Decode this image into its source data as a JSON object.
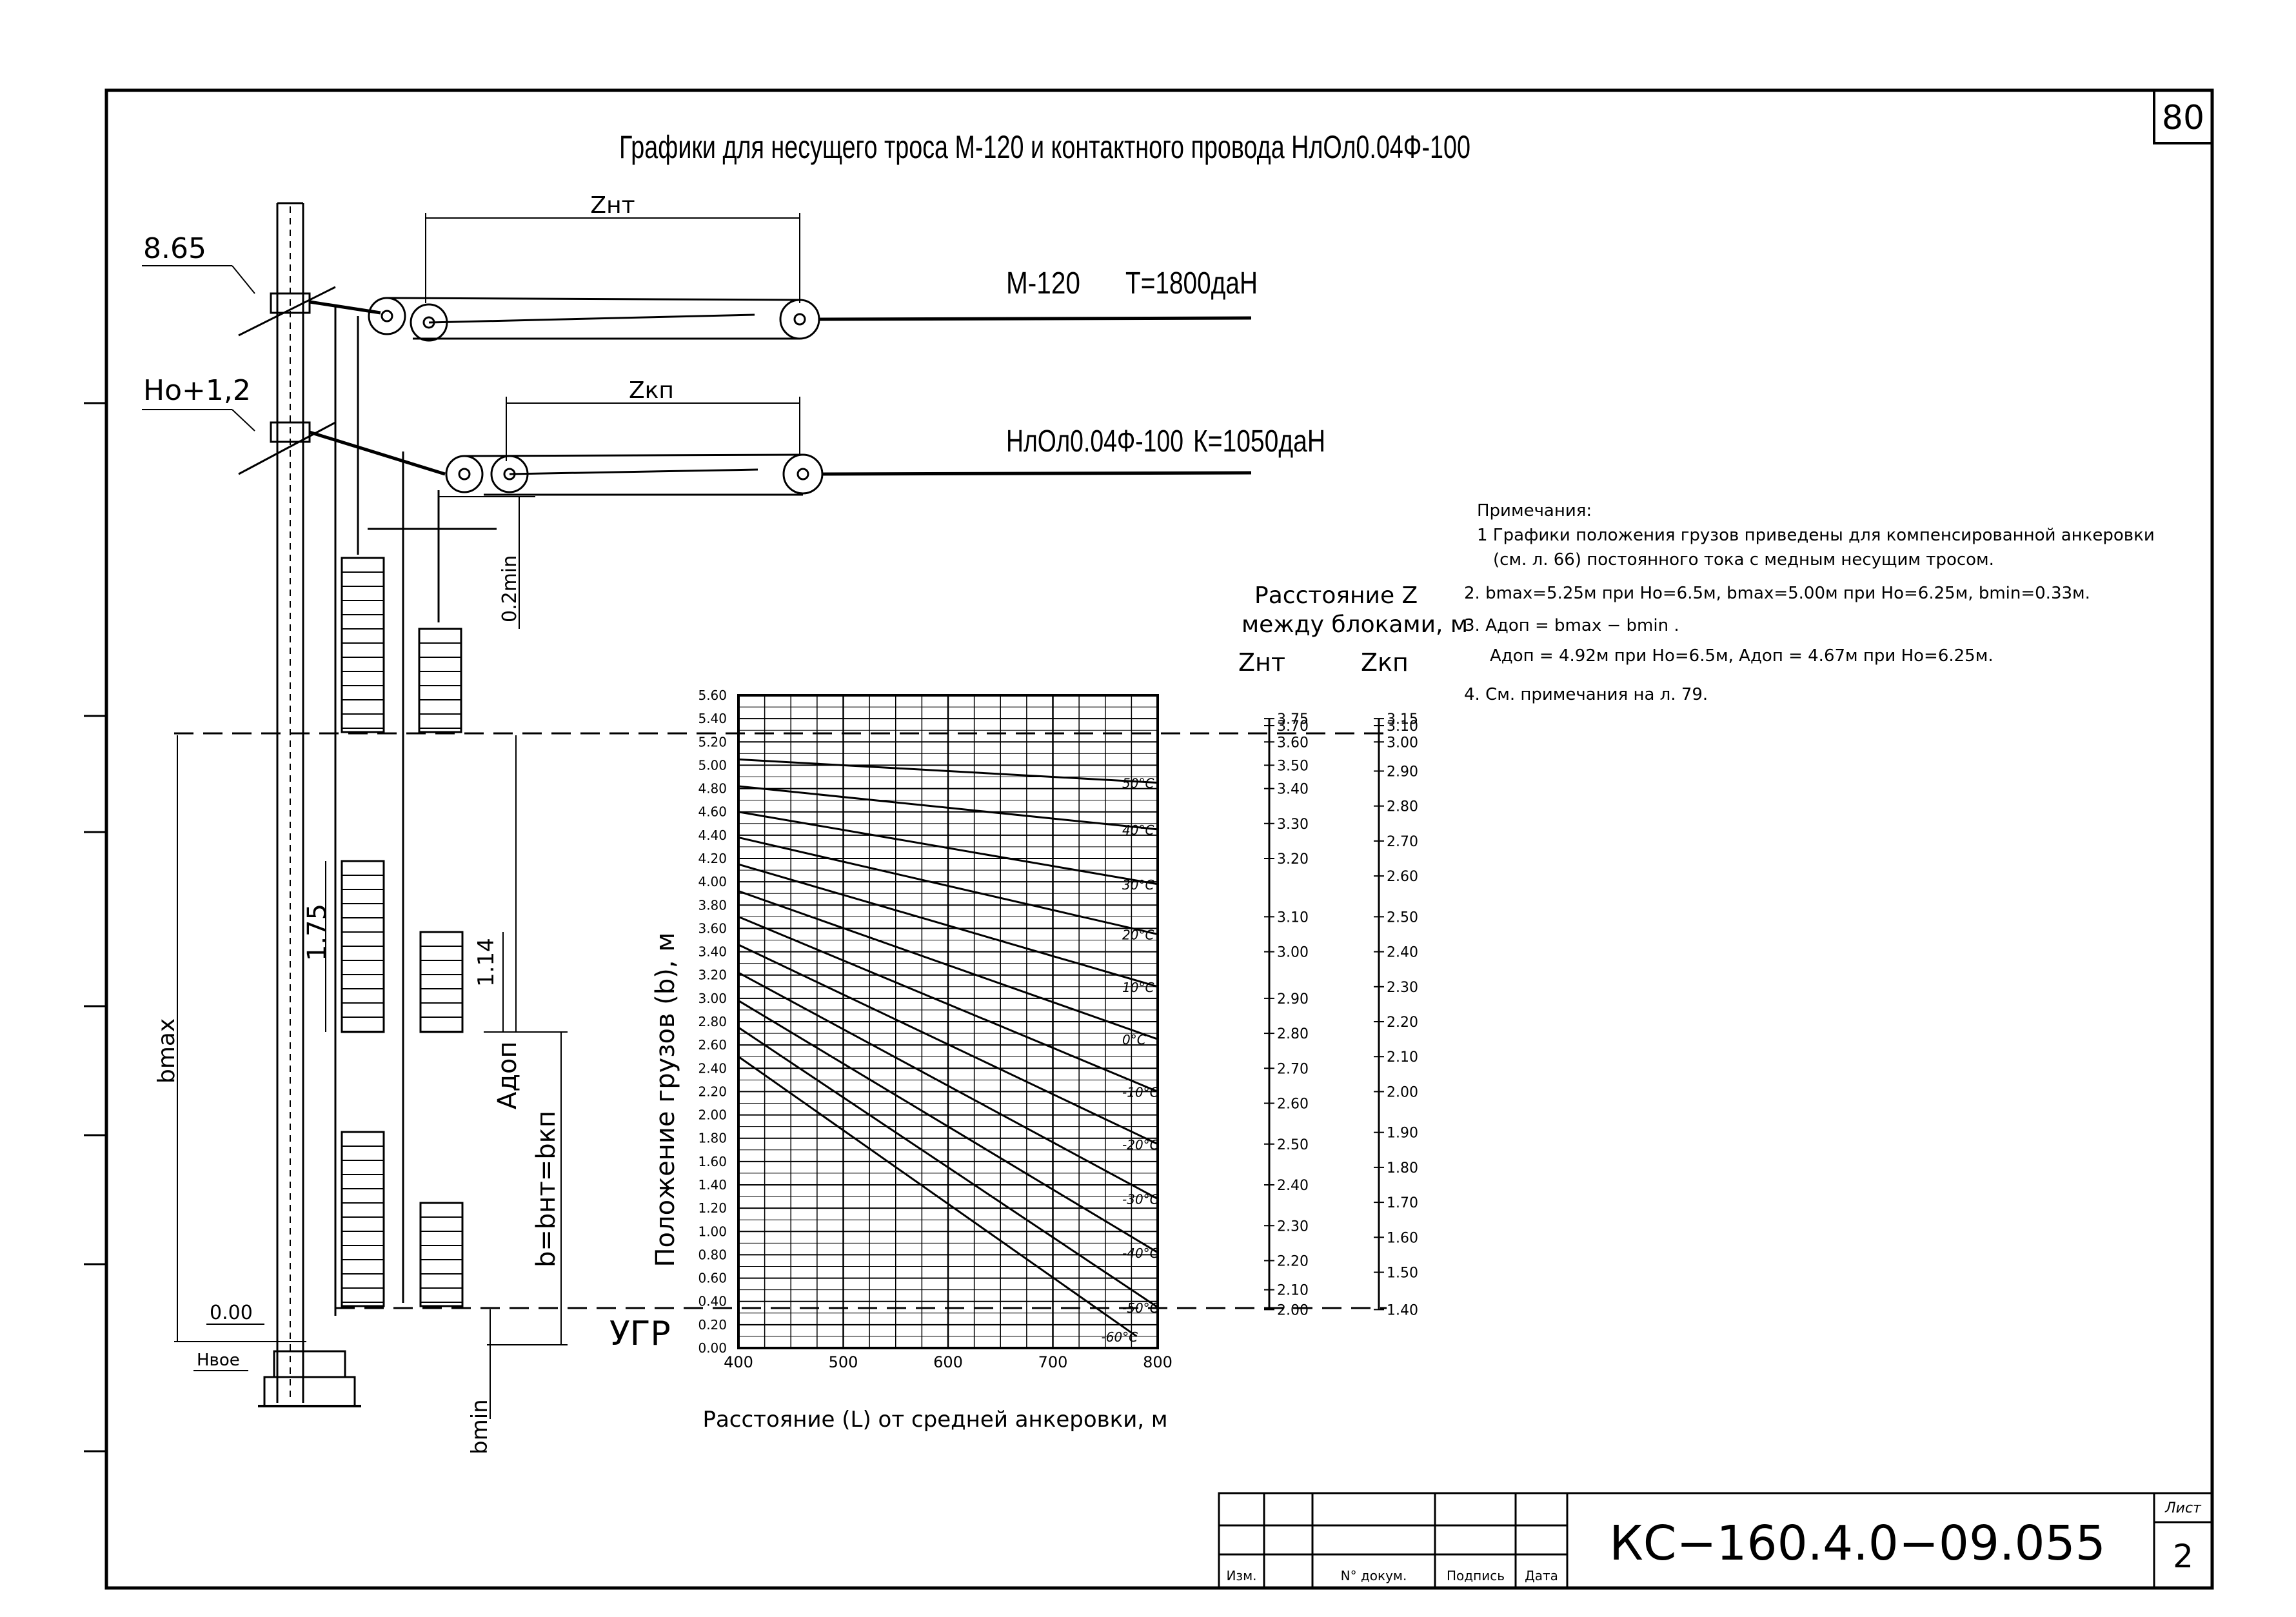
{
  "sheet": {
    "page_no": "80",
    "title": "Графики для несущего троса М-120 и контактного провода НлОл0.04Ф-100"
  },
  "diagram": {
    "level_top": "8.65",
    "level_contact": "Ho+1,2",
    "level_zero": "0.00",
    "h_found": "Нвое",
    "ugr": "УГР",
    "z_nt": "Zнт",
    "z_kp": "Zкп",
    "wire1": "М-120",
    "wire1_t": "Т=1800даН",
    "wire2": "НлОл0.04Ф-100",
    "wire2_k": "К=1050даН",
    "dim_02min": "0.2min",
    "dim_175": "1.75",
    "dim_114": "1.14",
    "dim_bmax": "bmax",
    "dim_adop": "Адоп",
    "dim_b": "b=bнт=bкп",
    "dim_bmin": "bmin"
  },
  "notes": {
    "heading": "Примечания:",
    "n1a": "1 Графики положения грузов приведены для компенсированной анкеровки",
    "n1b": "(см. л. 66) постоянного тока с медным несущим тросом.",
    "n2": "2. bmax=5.25м при Ho=6.5м, bmax=5.00м при Ho=6.25м, bmin=0.33м.",
    "n3a": "3. Адоп = bmax − bmin .",
    "n3b": "Адоп = 4.92м при Ho=6.5м, Адоп = 4.67м при Ho=6.25м.",
    "n4": "4. См. примечания на л. 79."
  },
  "z_scale": {
    "title1": "Расстояние Z",
    "title2": "между блоками, м",
    "h_nt": "Zнт",
    "h_kp": "Zкп",
    "nt": [
      {
        "b": 5.4,
        "v": "3.75"
      },
      {
        "b": 5.34,
        "v": "3.70"
      },
      {
        "b": 5.2,
        "v": "3.60"
      },
      {
        "b": 5.0,
        "v": "3.50"
      },
      {
        "b": 4.8,
        "v": "3.40"
      },
      {
        "b": 4.5,
        "v": "3.30"
      },
      {
        "b": 4.2,
        "v": "3.20"
      },
      {
        "b": 3.7,
        "v": "3.10"
      },
      {
        "b": 3.4,
        "v": "3.00"
      },
      {
        "b": 3.0,
        "v": "2.90"
      },
      {
        "b": 2.7,
        "v": "2.80"
      },
      {
        "b": 2.4,
        "v": "2.70"
      },
      {
        "b": 2.1,
        "v": "2.60"
      },
      {
        "b": 1.75,
        "v": "2.50"
      },
      {
        "b": 1.4,
        "v": "2.40"
      },
      {
        "b": 1.05,
        "v": "2.30"
      },
      {
        "b": 0.75,
        "v": "2.20"
      },
      {
        "b": 0.5,
        "v": "2.10"
      },
      {
        "b": 0.33,
        "v": "2.00"
      }
    ],
    "kp": [
      {
        "b": 5.4,
        "v": "3.15"
      },
      {
        "b": 5.34,
        "v": "3.10"
      },
      {
        "b": 5.2,
        "v": "3.00"
      },
      {
        "b": 4.95,
        "v": "2.90"
      },
      {
        "b": 4.65,
        "v": "2.80"
      },
      {
        "b": 4.35,
        "v": "2.70"
      },
      {
        "b": 4.05,
        "v": "2.60"
      },
      {
        "b": 3.7,
        "v": "2.50"
      },
      {
        "b": 3.4,
        "v": "2.40"
      },
      {
        "b": 3.1,
        "v": "2.30"
      },
      {
        "b": 2.8,
        "v": "2.20"
      },
      {
        "b": 2.5,
        "v": "2.10"
      },
      {
        "b": 2.2,
        "v": "2.00"
      },
      {
        "b": 1.85,
        "v": "1.90"
      },
      {
        "b": 1.55,
        "v": "1.80"
      },
      {
        "b": 1.25,
        "v": "1.70"
      },
      {
        "b": 0.95,
        "v": "1.60"
      },
      {
        "b": 0.65,
        "v": "1.50"
      },
      {
        "b": 0.33,
        "v": "1.40"
      }
    ]
  },
  "chart_data": {
    "type": "line",
    "xlabel": "Расстояние (L) от средней анкеровки, м",
    "ylabel": "Положение грузов (b), м",
    "xlim": [
      400,
      800
    ],
    "ylim": [
      0.0,
      5.6
    ],
    "x_ticks": [
      "400",
      "500",
      "600",
      "700",
      "800"
    ],
    "y_ticks": [
      "0.00",
      "0.20",
      "0.40",
      "0.60",
      "0.80",
      "1.00",
      "1.20",
      "1.40",
      "1.60",
      "1.80",
      "2.00",
      "2.20",
      "2.40",
      "2.60",
      "2.80",
      "3.00",
      "3.20",
      "3.40",
      "3.60",
      "3.80",
      "4.00",
      "4.20",
      "4.40",
      "4.60",
      "4.80",
      "5.00",
      "5.20",
      "5.40",
      "5.60"
    ],
    "grid": true,
    "series": [
      {
        "name": "50°С",
        "x": [
          400,
          800
        ],
        "y": [
          5.05,
          4.85
        ]
      },
      {
        "name": "40°С",
        "x": [
          400,
          800
        ],
        "y": [
          4.82,
          4.45
        ]
      },
      {
        "name": "30°С",
        "x": [
          400,
          800
        ],
        "y": [
          4.6,
          3.98
        ]
      },
      {
        "name": "20°С",
        "x": [
          400,
          800
        ],
        "y": [
          4.38,
          3.55
        ]
      },
      {
        "name": "10°С",
        "x": [
          400,
          800
        ],
        "y": [
          4.15,
          3.1
        ]
      },
      {
        "name": "0°С",
        "x": [
          400,
          800
        ],
        "y": [
          3.92,
          2.65
        ]
      },
      {
        "name": "-10°С",
        "x": [
          400,
          800
        ],
        "y": [
          3.7,
          2.2
        ]
      },
      {
        "name": "-20°С",
        "x": [
          400,
          800
        ],
        "y": [
          3.46,
          1.75
        ]
      },
      {
        "name": "-30°С",
        "x": [
          400,
          800
        ],
        "y": [
          3.22,
          1.28
        ]
      },
      {
        "name": "-40°С",
        "x": [
          400,
          800
        ],
        "y": [
          2.98,
          0.82
        ]
      },
      {
        "name": "-50°С",
        "x": [
          400,
          800
        ],
        "y": [
          2.75,
          0.35
        ]
      },
      {
        "name": "-60°С",
        "x": [
          400,
          780
        ],
        "y": [
          2.5,
          0.1
        ]
      }
    ]
  },
  "title_block": {
    "doc_number": "КС−160.4.0−09.055",
    "sheet_label": "Лист",
    "sheet_no": "2",
    "col_izm": "Изм.",
    "col_doc": "N° докум.",
    "col_sign": "Подпись",
    "col_date": "Дата"
  }
}
